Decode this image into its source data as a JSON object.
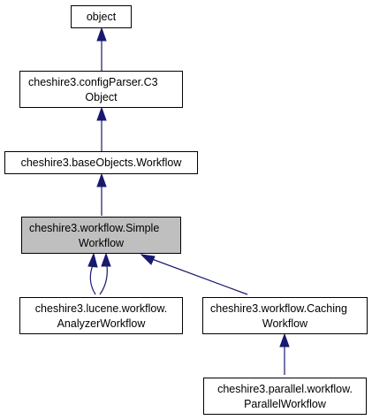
{
  "diagram": {
    "nodes": [
      {
        "id": "object",
        "lines": [
          "object"
        ],
        "highlight": false
      },
      {
        "id": "c3object",
        "lines": [
          "cheshire3.configParser.C3",
          "Object"
        ],
        "highlight": false
      },
      {
        "id": "workflow",
        "lines": [
          "cheshire3.baseObjects.Workflow"
        ],
        "highlight": false
      },
      {
        "id": "simple",
        "lines": [
          "cheshire3.workflow.Simple",
          "Workflow"
        ],
        "highlight": true
      },
      {
        "id": "analyzer",
        "lines": [
          "cheshire3.lucene.workflow.",
          "AnalyzerWorkflow"
        ],
        "highlight": false
      },
      {
        "id": "caching",
        "lines": [
          "cheshire3.workflow.Caching",
          "Workflow"
        ],
        "highlight": false
      },
      {
        "id": "parallel",
        "lines": [
          "cheshire3.parallel.workflow.",
          "ParallelWorkflow"
        ],
        "highlight": false
      }
    ],
    "edges": [
      {
        "from": "c3object",
        "to": "object"
      },
      {
        "from": "workflow",
        "to": "c3object"
      },
      {
        "from": "simple",
        "to": "workflow"
      },
      {
        "from": "analyzer",
        "to": "simple"
      },
      {
        "from": "analyzer",
        "to": "simple"
      },
      {
        "from": "caching",
        "to": "simple"
      },
      {
        "from": "parallel",
        "to": "caching"
      }
    ],
    "colors": {
      "edge": "#191970",
      "highlight_fill": "#bfbfbf",
      "box_stroke": "#000000"
    }
  }
}
